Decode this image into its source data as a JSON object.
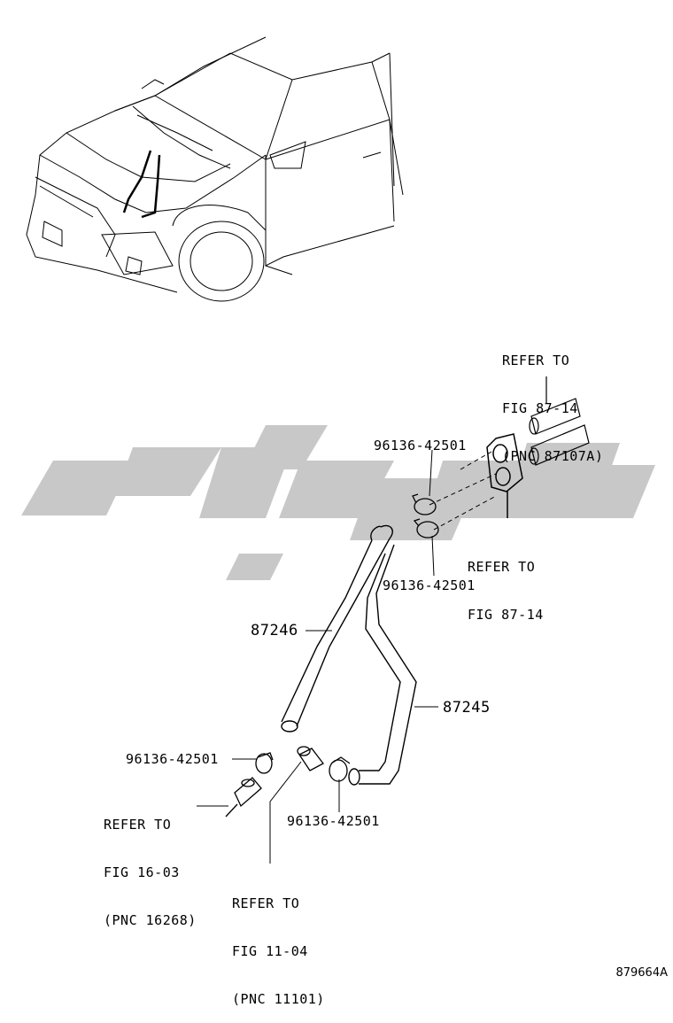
{
  "labels": {
    "ref_top": [
      "REFER TO",
      "FIG 87-14",
      "(PNC 87107A)"
    ],
    "clip_upper": "96136-42501",
    "ref_grommet": [
      "REFER TO",
      "FIG 87-14"
    ],
    "clip_mid": "96136-42501",
    "part_87246": "87246",
    "part_87245": "87245",
    "clip_left": "96136-42501",
    "ref_left": [
      "REFER TO",
      "FIG 16-03",
      "(PNC 16268)"
    ],
    "clip_right": "96136-42501",
    "ref_bottom": [
      "REFER TO",
      "FIG 11-04",
      "(PNC 11101)"
    ]
  },
  "diagram_code": "879664A",
  "colors": {
    "line": "#000000",
    "watermark": "#c8c8c8",
    "background": "#ffffff"
  }
}
